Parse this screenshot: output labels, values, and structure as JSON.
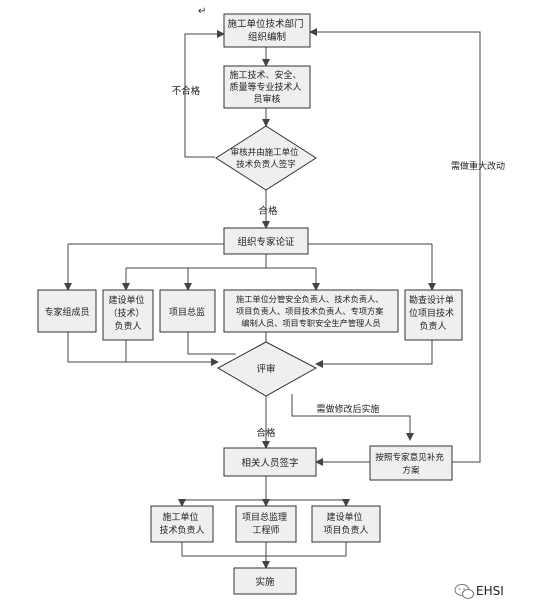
{
  "nodes": {
    "compile": [
      "施工单位技术部门",
      "组织编制"
    ],
    "review": [
      "施工技术、安全、",
      "质量等专业技术人",
      "员审核"
    ],
    "approve": [
      "审核并由施工单位",
      "技术负责人签字"
    ],
    "organize": [
      "组织专家论证"
    ],
    "experts": [
      "专家组成员"
    ],
    "owner_tech": [
      "建设单位",
      "（技术）",
      "负责人"
    ],
    "chief_supervisor": [
      "项目总监"
    ],
    "construction_staff": [
      "施工单位分管安全负责人、技术负责人、",
      "项目负责人、项目技术负责人、专项方案",
      "编制人员、项目专职安全生产管理人员"
    ],
    "survey_design": [
      "勘查设计单",
      "位项目技术",
      "负责人"
    ],
    "evaluate": [
      "评审"
    ],
    "revise": [
      "按照专家意见补充",
      "方案"
    ],
    "sign": [
      "相关人员签字"
    ],
    "sign_construction": [
      "施工单位",
      "技术负责人"
    ],
    "sign_supervisor": [
      "项目总监理",
      "工程师"
    ],
    "sign_owner": [
      "建设单位",
      "项目负责人"
    ],
    "implement": [
      "实施"
    ]
  },
  "edge_labels": {
    "fail": "不合格",
    "pass_1": "合格",
    "pass_2": "合格",
    "major_change": "需做重大改动",
    "minor_revise": "需做修改后实施"
  },
  "return_mark": "↵",
  "watermark": "EHSI",
  "colors": {
    "box_fill": "#eef0ee",
    "box_stroke": "#333333",
    "line": "#444444",
    "text": "#222222"
  }
}
